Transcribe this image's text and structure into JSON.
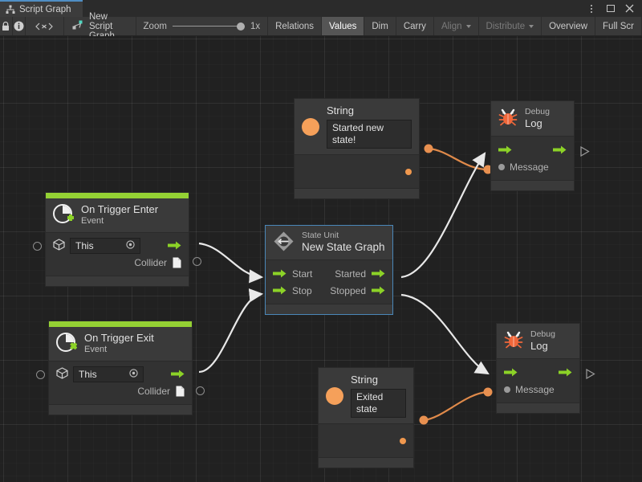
{
  "window": {
    "tab_label": "Script Graph",
    "tab_icon": "graph-hierarchy-icon",
    "controls": {
      "menu": "kebab-icon",
      "maximize": "maximize-icon",
      "close": "close-icon"
    }
  },
  "toolbar": {
    "lock_icon": "lock-icon",
    "info_icon": "info-icon",
    "code_icon": "code-brackets-icon",
    "graph_icon": "script-graph-icon",
    "graph_name": "New Script Graph",
    "zoom_label": "Zoom",
    "zoom_value": "1x",
    "buttons": [
      {
        "label": "Relations",
        "state": "normal"
      },
      {
        "label": "Values",
        "state": "active"
      },
      {
        "label": "Dim",
        "state": "normal"
      },
      {
        "label": "Carry",
        "state": "normal"
      },
      {
        "label": "Align",
        "state": "dim",
        "caret": true
      },
      {
        "label": "Distribute",
        "state": "dim",
        "caret": true
      },
      {
        "label": "Overview",
        "state": "normal"
      },
      {
        "label": "Full Scr",
        "state": "normal"
      }
    ]
  },
  "graph": {
    "nodes": {
      "string_top": {
        "icon": "string-value-icon",
        "title": "String",
        "value": "Started new state!",
        "out_port": "value-output-port"
      },
      "debug_log_top": {
        "icon": "bug-icon",
        "sub": "Debug",
        "title": "Log",
        "in_flow": "flow-input-port",
        "out_flow": "flow-output-port",
        "message_label": "Message"
      },
      "on_trigger_enter": {
        "icon": "collider-enter-icon",
        "title": "On Trigger Enter",
        "sub": "Event",
        "target_icon": "gameobject-cube-icon",
        "target_value": "This",
        "collider_label": "Collider",
        "collider_icon": "document-icon"
      },
      "state_unit": {
        "icon": "state-unit-icon",
        "sub": "State Unit",
        "title": "New State Graph",
        "selected": true,
        "inputs": [
          "Start",
          "Stop"
        ],
        "outputs": [
          "Started",
          "Stopped"
        ]
      },
      "on_trigger_exit": {
        "icon": "collider-exit-icon",
        "title": "On Trigger Exit",
        "sub": "Event",
        "target_icon": "gameobject-cube-icon",
        "target_value": "This",
        "collider_label": "Collider",
        "collider_icon": "document-icon"
      },
      "string_bottom": {
        "icon": "string-value-icon",
        "title": "String",
        "value": "Exited state",
        "out_port": "value-output-port"
      },
      "debug_log_bottom": {
        "icon": "bug-icon",
        "sub": "Debug",
        "title": "Log",
        "in_flow": "flow-input-port",
        "out_flow": "flow-output-port",
        "message_label": "Message"
      }
    }
  },
  "colors": {
    "accent_green": "#94d134",
    "value_orange": "#f0984e",
    "flow_white": "#e8e8e8",
    "selection_blue": "#4a87b8",
    "tab_accent": "#4f8ec4",
    "canvas_bg": "#212121",
    "node_bg": "#383838"
  }
}
